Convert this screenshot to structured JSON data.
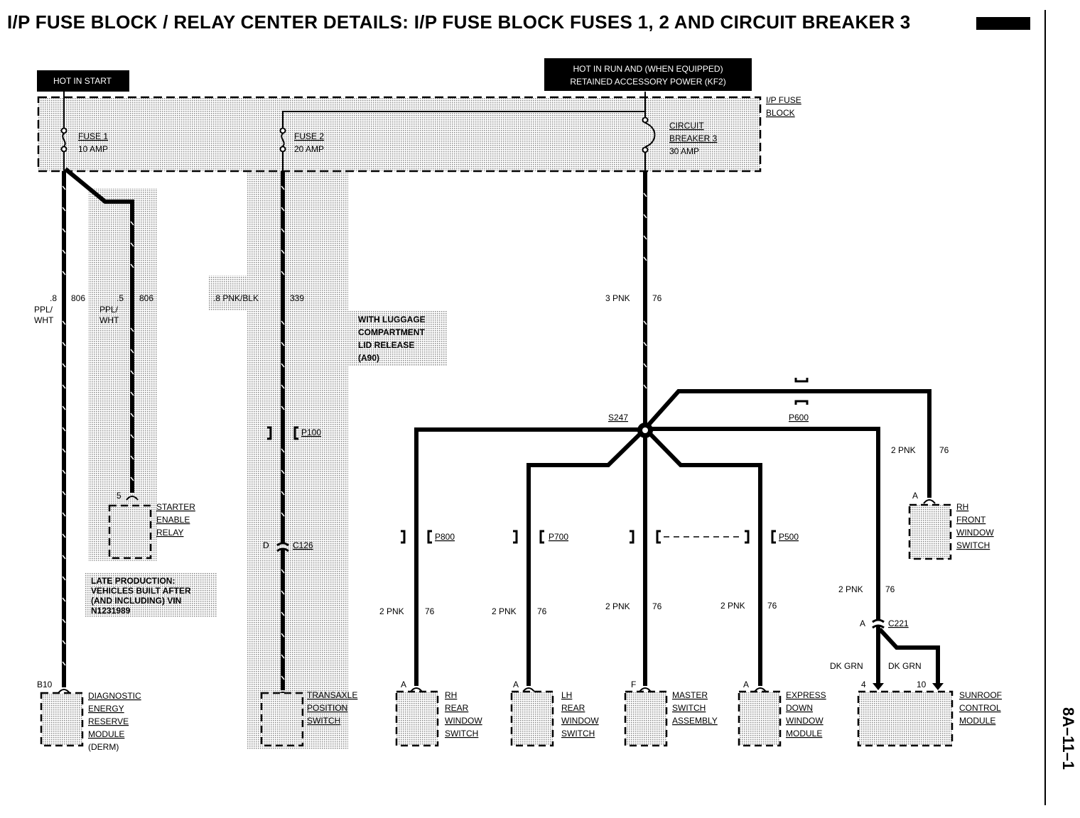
{
  "title": "I/P FUSE BLOCK / RELAY CENTER DETAILS: I/P FUSE BLOCK FUSES 1, 2 AND CIRCUIT BREAKER 3",
  "page_number": "8A–11–1",
  "hot_labels": {
    "start": "HOT IN START",
    "run_line1": "HOT IN RUN AND (WHEN EQUIPPED)",
    "run_line2": "RETAINED ACCESSORY POWER (KF2)"
  },
  "fuse_block": {
    "line1": "I/P FUSE",
    "line2": "BLOCK"
  },
  "fuses": [
    {
      "name": "FUSE 1",
      "rating": "10 AMP"
    },
    {
      "name": "FUSE 2",
      "rating": "20 AMP"
    }
  ],
  "breaker": {
    "line1": "CIRCUIT",
    "line2": "BREAKER 3",
    "rating": "30 AMP"
  },
  "wires": {
    "derm_size": ".8",
    "derm_color1": "PPL/",
    "derm_color2": "WHT",
    "derm_circuit": "806",
    "relay_size": ".5",
    "relay_color1": "PPL/",
    "relay_color2": "WHT",
    "relay_circuit": "806",
    "trans": ".8 PNK/BLK",
    "trans_circuit": "339",
    "main": "3 PNK",
    "main_circuit": "76",
    "branch": "2 PNK",
    "branch_circuit": "76",
    "sunroof": "DK GRN"
  },
  "option_note": [
    "WITH LUGGAGE",
    "COMPARTMENT",
    "LID RELEASE",
    "(A90)"
  ],
  "production_note": [
    "LATE PRODUCTION:",
    "VEHICLES BUILT AFTER",
    "(AND INCLUDING) VIN",
    "N1231989"
  ],
  "connectors": {
    "p100": "P100",
    "c126": "C126",
    "p800": "P800",
    "p700": "P700",
    "p500": "P500",
    "p600": "P600",
    "c221": "C221",
    "splice": "S247"
  },
  "pins": {
    "derm": "B10",
    "relay": "5",
    "trans_c126": "D",
    "rh_rear": "A",
    "lh_rear": "A",
    "master": "F",
    "express": "A",
    "rh_front": "A",
    "c221": "A",
    "sun4": "4",
    "sun10": "10"
  },
  "components": {
    "derm": [
      "DIAGNOSTIC",
      "ENERGY",
      "RESERVE",
      "MODULE",
      "(DERM)"
    ],
    "relay": [
      "STARTER",
      "ENABLE",
      "RELAY"
    ],
    "trans": [
      "TRANSAXLE",
      "POSITION",
      "SWITCH"
    ],
    "rh_rear": [
      "RH",
      "REAR",
      "WINDOW",
      "SWITCH"
    ],
    "lh_rear": [
      "LH",
      "REAR",
      "WINDOW",
      "SWITCH"
    ],
    "master": [
      "MASTER",
      "SWITCH",
      "ASSEMBLY"
    ],
    "express": [
      "EXPRESS",
      "DOWN",
      "WINDOW",
      "MODULE"
    ],
    "rh_front": [
      "RH",
      "FRONT",
      "WINDOW",
      "SWITCH"
    ],
    "sunroof": [
      "SUNROOF",
      "CONTROL",
      "MODULE"
    ]
  }
}
